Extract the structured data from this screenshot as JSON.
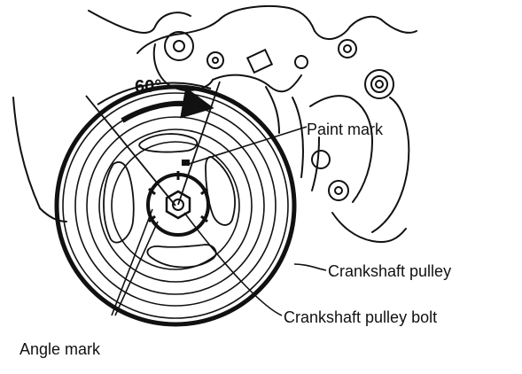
{
  "labels": {
    "angle_degrees": "60°",
    "paint_mark": "Paint mark",
    "crankshaft_pulley": "Crankshaft pulley",
    "crankshaft_pulley_bolt": "Crankshaft pulley bolt",
    "angle_mark": "Angle mark"
  },
  "colors": {
    "ink": "#111111",
    "background": "#ffffff"
  }
}
